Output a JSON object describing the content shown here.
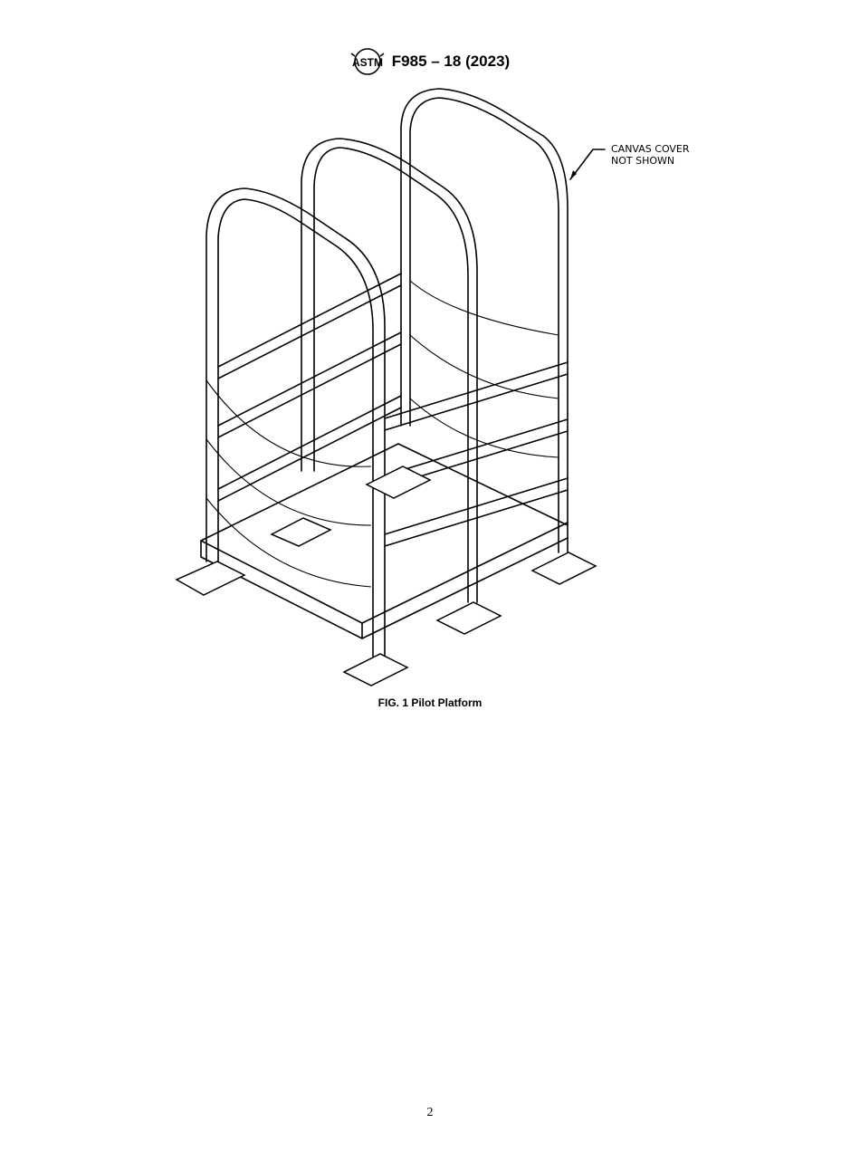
{
  "header": {
    "logo_icon": "astm-logo-icon",
    "document_id": "F985 – 18 (2023)"
  },
  "figure": {
    "callout_line1": "CANVAS COVER",
    "callout_line2": "NOT SHOWN",
    "caption": "FIG. 1  Pilot Platform"
  },
  "footer": {
    "page_number": "2"
  }
}
